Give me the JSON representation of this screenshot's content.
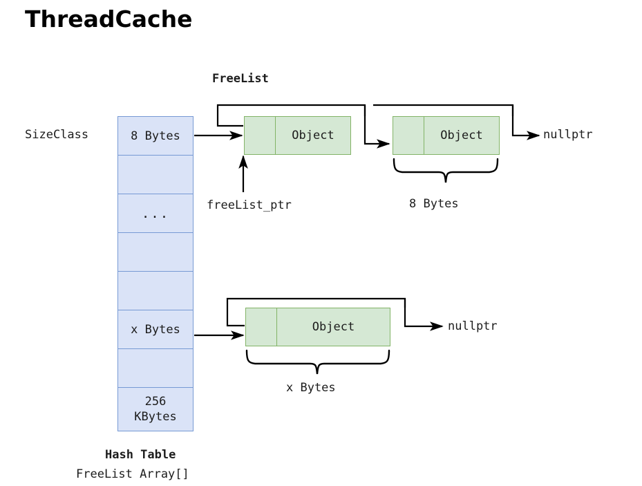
{
  "title": "ThreadCache",
  "labels": {
    "sizeclass": "SizeClass",
    "freelist_title": "FreeList",
    "freelist_ptr": "freeList_ptr",
    "brace_top": "8 Bytes",
    "brace_bottom": "x Bytes",
    "nullptr_top": "nullptr",
    "nullptr_bottom": "nullptr",
    "hash_table": "Hash Table",
    "freelist_array": "FreeList Array[]"
  },
  "hash_table": {
    "cells": [
      {
        "text": "8 Bytes",
        "kind": "value"
      },
      {
        "text": "",
        "kind": "empty"
      },
      {
        "text": "...",
        "kind": "ellipsis"
      },
      {
        "text": "",
        "kind": "empty"
      },
      {
        "text": "",
        "kind": "empty"
      },
      {
        "text": "x Bytes",
        "kind": "value"
      },
      {
        "text": "",
        "kind": "empty"
      },
      {
        "text": "256",
        "text2": "KBytes",
        "kind": "value-two-line"
      }
    ]
  },
  "objects": [
    {
      "id": "obj1",
      "label": "Object",
      "row": "top"
    },
    {
      "id": "obj2",
      "label": "Object",
      "row": "top"
    },
    {
      "id": "obj3",
      "label": "Object",
      "row": "bottom"
    }
  ],
  "colors": {
    "table_fill": "#dae3f7",
    "table_stroke": "#7699d4",
    "object_fill": "#d5e8d4",
    "object_stroke": "#82b366",
    "wire": "#000000",
    "text": "#1c1c1c",
    "background": "#ffffff"
  }
}
